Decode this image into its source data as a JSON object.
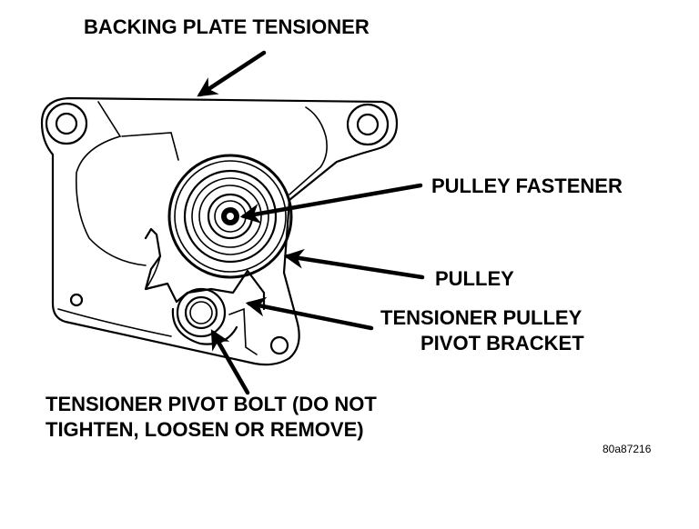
{
  "labels": {
    "backing_plate": "BACKING PLATE TENSIONER",
    "pulley_fastener": "PULLEY FASTENER",
    "pulley": "PULLEY",
    "pivot_bracket_line1": "TENSIONER PULLEY",
    "pivot_bracket_line2": "PIVOT BRACKET",
    "pivot_bolt_line1": "TENSIONER PIVOT BOLT (DO NOT",
    "pivot_bolt_line2": "TIGHTEN,  LOOSEN OR REMOVE)"
  },
  "reference_code": "80a87216"
}
